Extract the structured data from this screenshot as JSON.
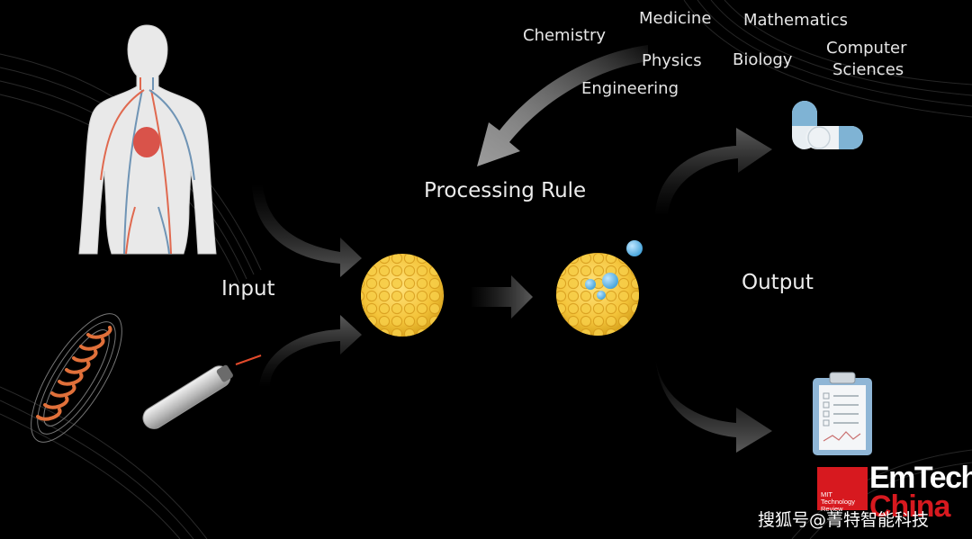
{
  "fields": [
    "Chemistry",
    "Medicine",
    "Mathematics",
    "Physics",
    "Biology",
    "Computer",
    "Sciences",
    "Engineering"
  ],
  "labels": {
    "processing_rule": "Processing Rule",
    "input": "Input",
    "output": "Output"
  },
  "logo": {
    "em": "EmTech",
    "china": "China",
    "mit_line1": "MIT",
    "mit_line2": "Technology",
    "mit_line3": "Review"
  },
  "watermark": "搜狐号@菁特智能科技",
  "colors": {
    "background": "#000000",
    "cell": "#f4c43a",
    "cell_dark": "#d9a51f",
    "droplet": "#5fb7e8",
    "vessel_red": "#e0694f",
    "vessel_blue": "#6f94b5",
    "coil": "#e0703a",
    "brand_red": "#d7191f"
  }
}
